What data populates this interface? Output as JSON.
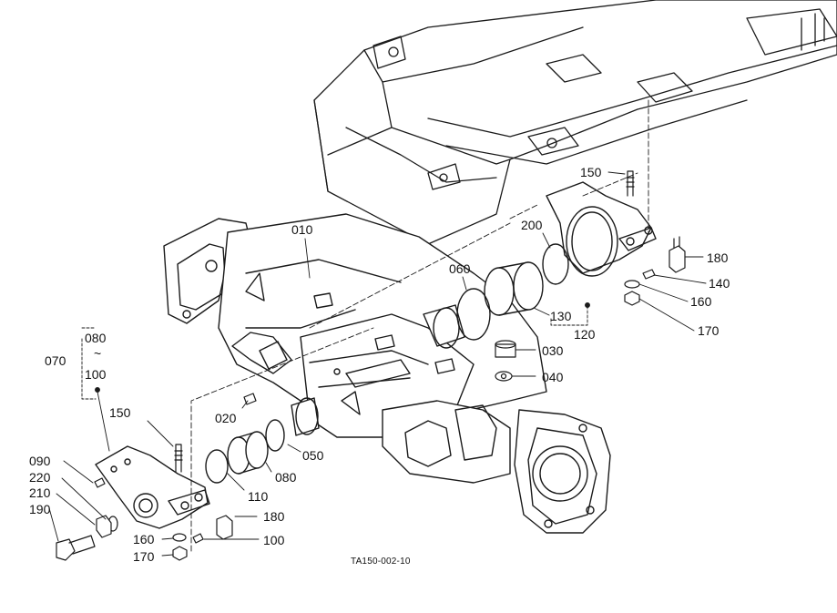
{
  "labels": {
    "p010": "010",
    "p020": "020",
    "p030": "030",
    "p040": "040",
    "p050": "050",
    "p060": "060",
    "p070": "070",
    "p080a": "080",
    "p080b": "080",
    "tilde": "~",
    "p090": "090",
    "p100a": "100",
    "p100b": "100",
    "p110": "110",
    "p120": "120",
    "p130": "130",
    "p140": "140",
    "p150a": "150",
    "p150b": "150",
    "p160a": "160",
    "p160b": "160",
    "p170a": "170",
    "p170b": "170",
    "p180a": "180",
    "p180b": "180",
    "p190": "190",
    "p200": "200",
    "p210": "210",
    "p220": "220"
  },
  "figure_code": "TA150-002-10",
  "colors": {
    "ink": "#1a1a1a",
    "paper": "#ffffff"
  }
}
